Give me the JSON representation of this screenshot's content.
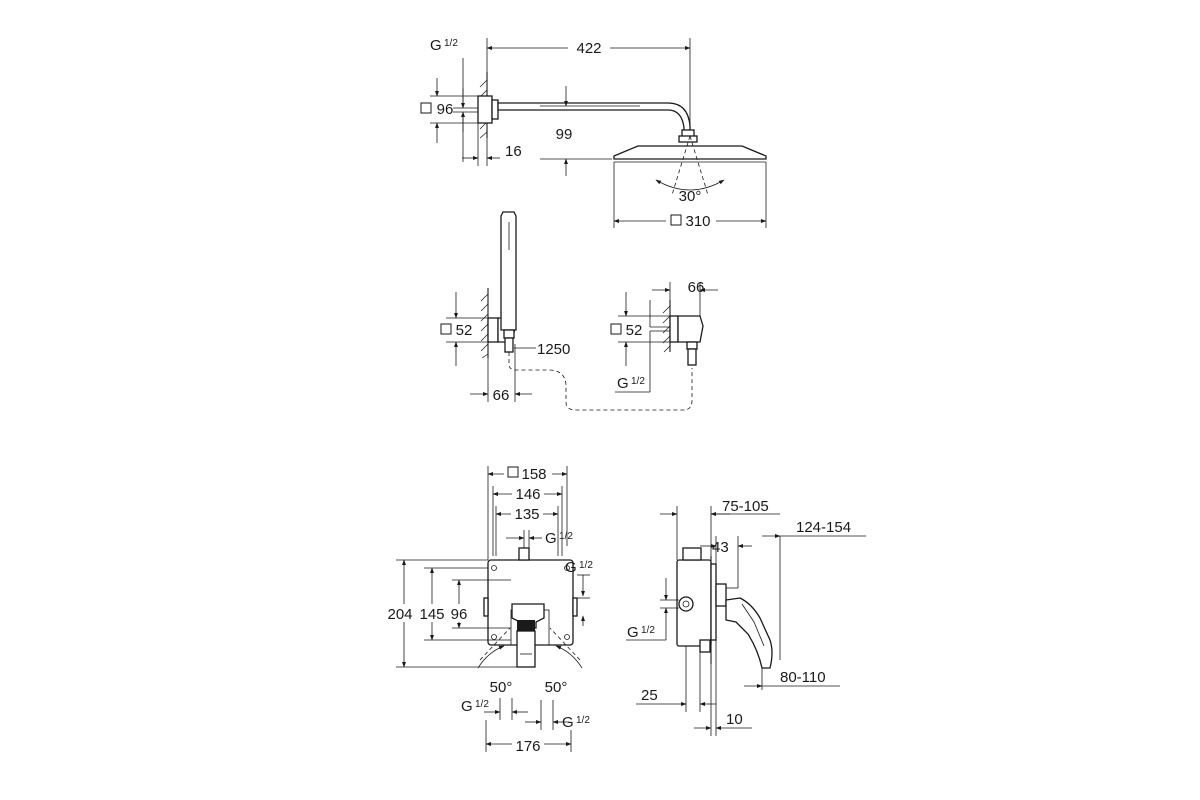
{
  "dimensions": {
    "head_thread": {
      "g": "G",
      "frac": "1/2"
    },
    "arm_flange_size": "96",
    "arm_projection": "422",
    "arm_drop": "99",
    "flange_depth": "16",
    "spray_angle": "30°",
    "head_size": "310",
    "holder_size": "52",
    "holder_depth": "66",
    "hose_length": "1250",
    "outlet_size": "52",
    "outlet_depth": "66",
    "outlet_thread": {
      "g": "G",
      "frac": "1/2"
    },
    "plate_size": "158",
    "plate_inner": "146",
    "body_width": "135",
    "body_top_thread": {
      "g": "G",
      "frac": "1/2"
    },
    "body_right_thread": {
      "g": "G",
      "frac": "1/2"
    },
    "body_height": "204",
    "body_inner_height": "145",
    "body_core_height": "96",
    "angle_left": "50°",
    "angle_right": "50°",
    "bottom_left_thread": {
      "g": "G",
      "frac": "1/2"
    },
    "bottom_right_thread": {
      "g": "G",
      "frac": "1/2"
    },
    "bottom_width": "176",
    "side_install_depth": "75-105",
    "side_spindle": "43",
    "side_lever_depth": "124-154",
    "side_thread": {
      "g": "G",
      "frac": "1/2"
    },
    "side_wall_offset": "25",
    "side_outlet_depth": "80-110",
    "side_plate_depth": "10"
  }
}
